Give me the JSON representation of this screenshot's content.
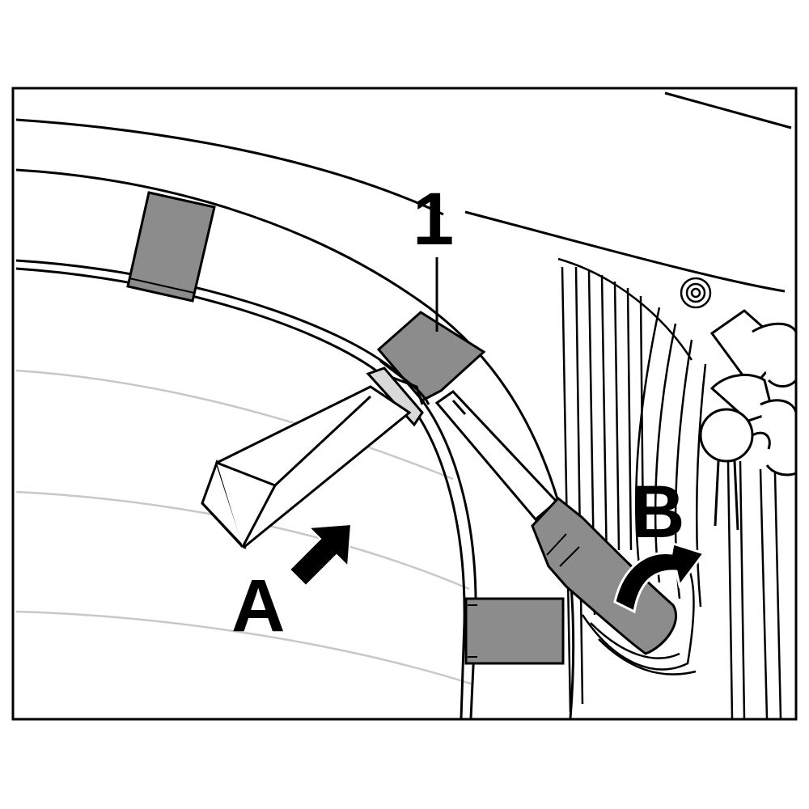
{
  "labels": {
    "part_number": "1",
    "step_a": "A",
    "step_b": "B"
  },
  "colors": {
    "line": "#000000",
    "fill_gray": "#8c8c8c",
    "fill_light_gray": "#d9d9d9",
    "background": "#ffffff"
  }
}
